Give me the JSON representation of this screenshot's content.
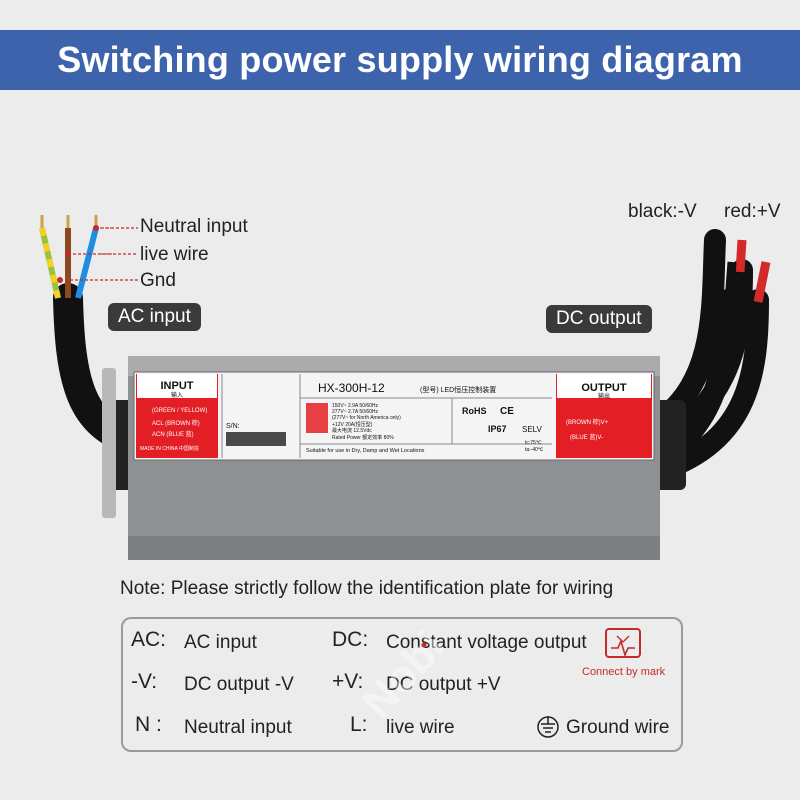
{
  "title": "Switching power supply wiring diagram",
  "ac_side": {
    "wire_labels": [
      "Neutral input",
      "live wire",
      "Gnd"
    ],
    "tag": "AC input"
  },
  "dc_side": {
    "black_label": "black:-V",
    "red_label": "red:+V",
    "tag": "DC output"
  },
  "plate": {
    "input": {
      "title": "INPUT",
      "subtitle": "输入",
      "rows": [
        "(GREEN / YELLOW)",
        "ACL (BROWN 棕)",
        "ACN (BLUE 蓝)"
      ],
      "footer": "MADE IN CHINA 中国制造",
      "sn": "S/N:"
    },
    "model": "HX-300H-12",
    "model_suffix": "(型号) LED恒压控制装置",
    "specs": [
      "150V~  2.9A   50/60Hz",
      "277V~  2.7A   50/60Hz",
      "(277V~ for North America only)",
      "+12V   20A(恒压型)",
      "最大电流  12.5Vdc",
      "Rated Power 额定效率 80%"
    ],
    "suitable": "Suitable for use in Dry, Damp and Wet Locations",
    "certs": [
      "RoHS",
      "CE",
      "IP67",
      "SELV"
    ],
    "temps": [
      "tc:75℃",
      "ta:-40℃"
    ],
    "output": {
      "title": "OUTPUT",
      "subtitle": "输出",
      "rows": [
        "(BROWN 棕)V+",
        "(BLUE 蓝)V-"
      ]
    }
  },
  "note": "Note: Please strictly follow the identification plate for wiring",
  "legend": {
    "items": [
      {
        "key": "AC:",
        "value": "AC input"
      },
      {
        "key": "DC:",
        "value": "Constant voltage output"
      },
      {
        "key": "-V:",
        "value": "DC output  -V"
      },
      {
        "key": "+V:",
        "value": "DC output +V"
      },
      {
        "key": "N :",
        "value": "Neutral input"
      },
      {
        "key": "L:",
        "value": "live wire"
      }
    ],
    "ground_label": "Ground wire",
    "mark_caption": "Connect by mark"
  },
  "watermark": "Nobi",
  "colors": {
    "banner": "#3e63ad",
    "plate_red": "#e31e24",
    "wire_red": "#d42a2a",
    "mark": "#c42a2a"
  }
}
